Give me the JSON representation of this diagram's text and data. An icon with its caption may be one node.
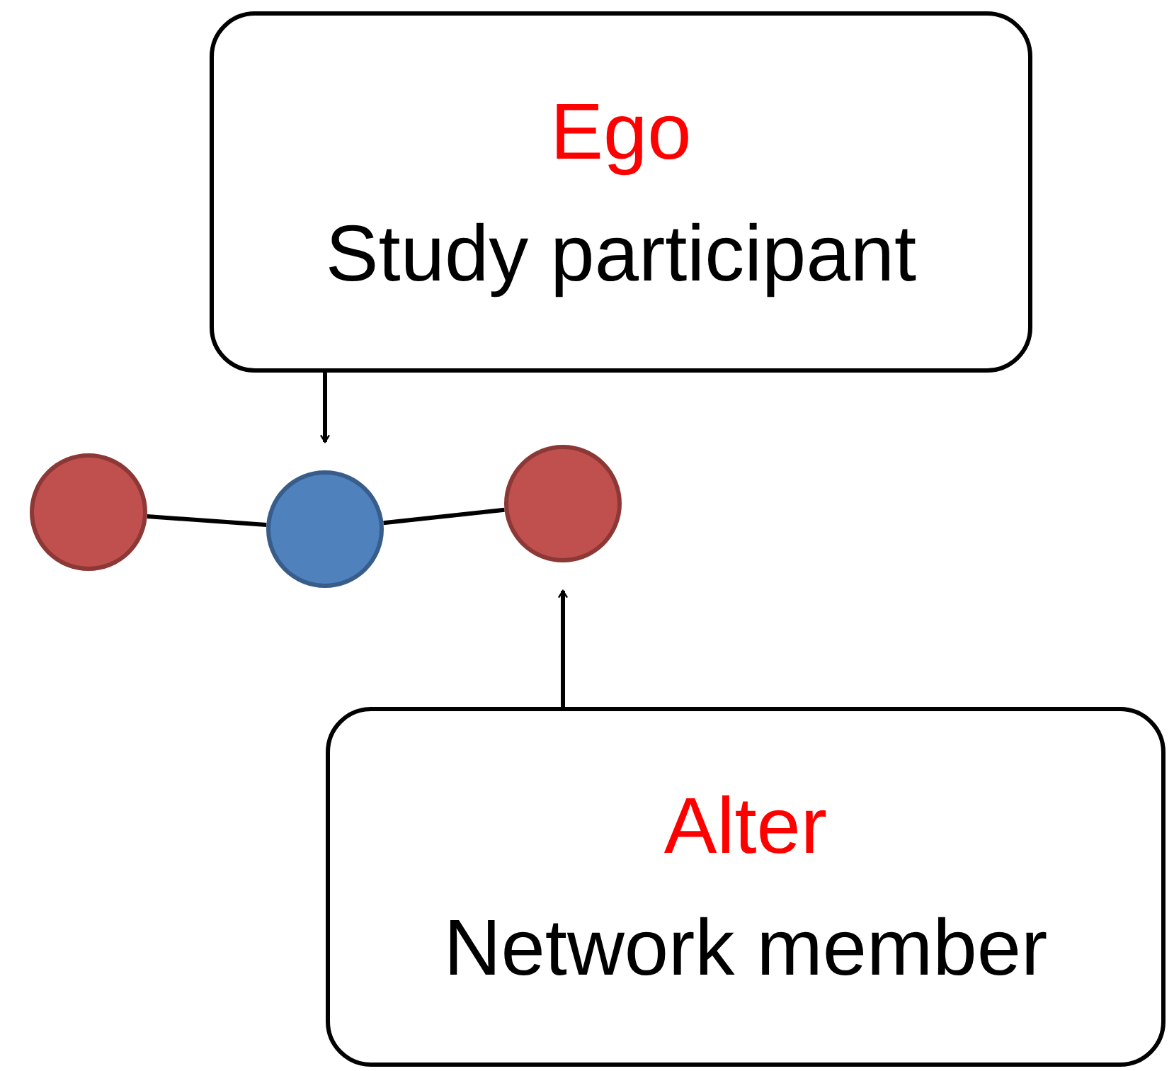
{
  "diagram": {
    "nodes": [
      {
        "text": [
          "Ego",
          "Study participant"
        ]
      },
      {
        "text": [],
        "shape": "circle"
      },
      {
        "text": [],
        "shape": "circle"
      },
      {
        "text": [],
        "shape": "circle"
      },
      {
        "text": [
          "Alter",
          "Network member"
        ]
      }
    ],
    "edges": [
      {
        "from": 0,
        "to": 2,
        "arrow": "to"
      },
      {
        "from": 1,
        "to": 2,
        "arrow": "none"
      },
      {
        "from": 2,
        "to": 3,
        "arrow": "none"
      },
      {
        "from": 4,
        "to": 3,
        "arrow": "to"
      }
    ]
  }
}
